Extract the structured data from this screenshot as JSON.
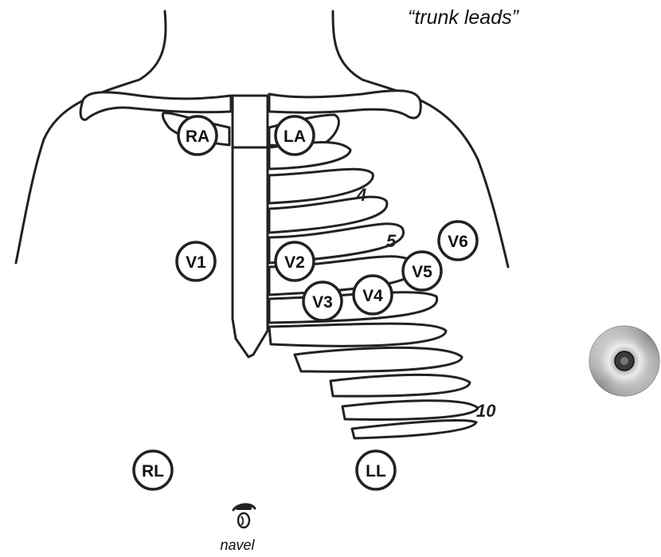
{
  "title": "“trunk leads”",
  "electrodes": {
    "ra": "RA",
    "la": "LA",
    "v1": "V1",
    "v2": "V2",
    "v3": "V3",
    "v4": "V4",
    "v5": "V5",
    "v6": "V6",
    "rl": "RL",
    "ll": "LL"
  },
  "rib_numbers": {
    "four": "4",
    "five": "5",
    "ten": "10"
  },
  "navel": {
    "label": "navel",
    "icon": "navel-icon"
  },
  "media_icon": "cd-disc-icon",
  "colors": {
    "line": "#222222",
    "background": "#ffffff"
  }
}
